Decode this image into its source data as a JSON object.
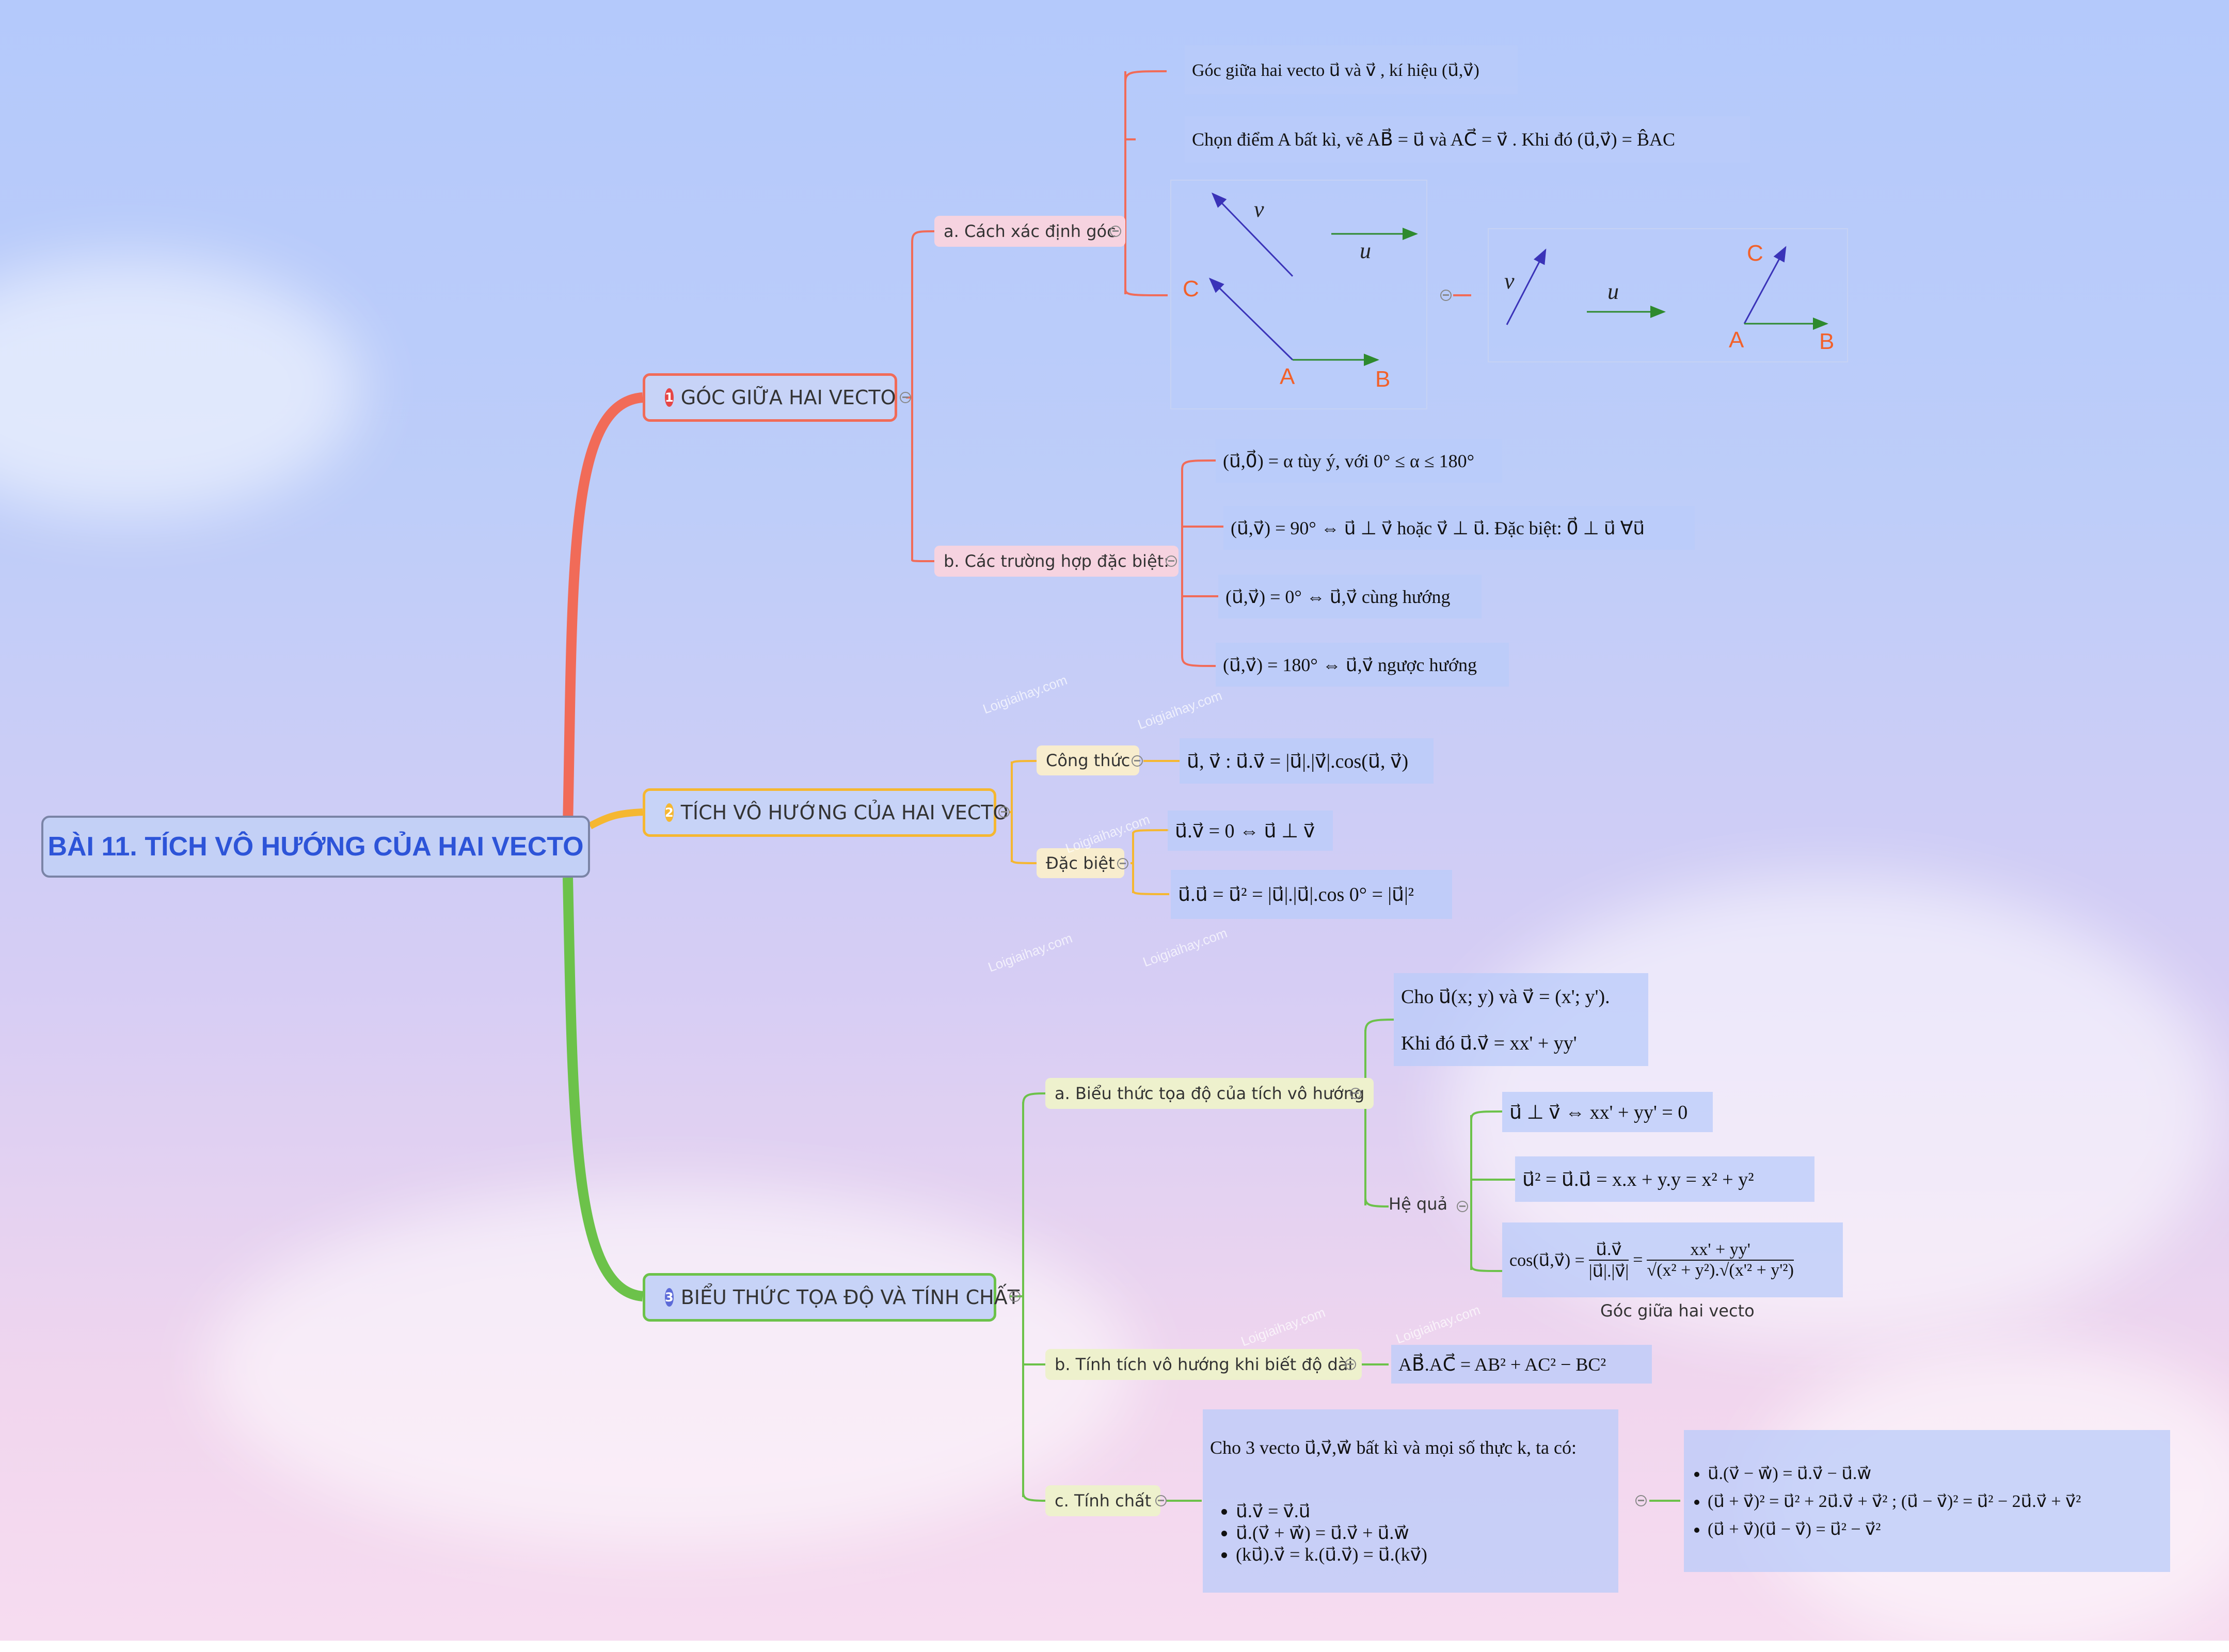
{
  "root": {
    "title": "BÀI 11. TÍCH VÔ HƯỚNG CỦA HAI VECTO"
  },
  "colors": {
    "red": "#f16b58",
    "orange": "#f5b731",
    "green": "#6cc24a",
    "root_text": "#2d54d8"
  },
  "branch1": {
    "num": "1",
    "title": "GÓC GIỮA HAI VECTO",
    "a": {
      "label": "a. Cách xác định góc",
      "def": "Góc giữa hai vecto u⃗ và v⃗ , kí hiệu (u⃗,v⃗)",
      "construct": "Chọn điểm A bất kì, vẽ AB⃗ = u⃗ và AC⃗ = v⃗ . Khi đó (u⃗,v⃗) = B̂AC",
      "fig1": {
        "v": "v⃗",
        "u": "u⃗",
        "C": "C",
        "A": "A",
        "B": "B"
      },
      "fig2": {
        "v": "v⃗",
        "u": "u⃗",
        "C": "C",
        "A": "A",
        "B": "B"
      }
    },
    "b": {
      "label": "b. Các trường hợp đặc biệt:",
      "items": [
        "(u⃗,0⃗) = α tùy ý, với 0° ≤ α ≤ 180°",
        "(u⃗,v⃗) = 90° ⇔ u⃗ ⊥ v⃗ hoặc v⃗ ⊥ u⃗. Đặc biệt: 0⃗ ⊥ u⃗  ∀u⃗",
        "(u⃗,v⃗) = 0° ⇔ u⃗,v⃗ cùng hướng",
        "(u⃗,v⃗) = 180° ⇔ u⃗,v⃗ ngược hướng"
      ]
    }
  },
  "branch2": {
    "num": "2",
    "title": "TÍCH VÔ HƯỚNG CỦA HAI VECTO",
    "formula_label": "Công thức",
    "formula": "u⃗, v⃗ :  u⃗.v⃗ = |u⃗|.|v⃗|.cos(u⃗, v⃗)",
    "special_label": "Đặc biệt",
    "special": [
      "u⃗.v⃗ = 0 ⇔ u⃗ ⊥ v⃗",
      "u⃗.u⃗ = u⃗² = |u⃗|.|u⃗|.cos 0° = |u⃗|²"
    ]
  },
  "branch3": {
    "num": "3",
    "title": "BIỂU THỨC TỌA ĐỘ VÀ TÍNH CHẤT",
    "a": {
      "label": "a. Biểu thức tọa độ của tích vô hướng",
      "given_line1": "Cho u⃗(x; y) và v⃗ = (x'; y').",
      "given_line2": "Khi đó u⃗.v⃗ = xx' + yy'",
      "corollary_label": "Hệ quả",
      "corollaries": [
        "u⃗ ⊥ v⃗ ⇔ xx' + yy' = 0",
        "u⃗² = u⃗.u⃗ = x.x + y.y = x² + y²"
      ],
      "cos_lhs": "cos(u⃗,v⃗) =",
      "cos_frac1_num": "u⃗.v⃗",
      "cos_frac1_den": "|u⃗|.|v⃗|",
      "cos_frac2_num": "xx' + yy'",
      "cos_frac2_den": "√(x² + y²).√(x'² + y'²)",
      "cos_caption": "Góc giữa hai vecto"
    },
    "b": {
      "label": "b. Tính tích vô hướng khi biết độ dài",
      "formula": "AB⃗.AC⃗ = AB² + AC² − BC²"
    },
    "c": {
      "label": "c. Tính chất",
      "intro": "Cho 3 vecto u⃗,v⃗,w⃗ bất kì và mọi số thực k, ta có:",
      "props": [
        "u⃗.v⃗ = v⃗.u⃗",
        "u⃗.(v⃗ + w⃗) = u⃗.v⃗ + u⃗.w⃗",
        "(ku⃗).v⃗ = k.(u⃗.v⃗) = u⃗.(kv⃗)"
      ],
      "more": [
        "u⃗.(v⃗ − w⃗) = u⃗.v⃗ − u⃗.w⃗",
        "(u⃗ + v⃗)² = u⃗² + 2u⃗.v⃗ + v⃗² ;  (u⃗ − v⃗)² = u⃗² − 2u⃗.v⃗ + v⃗²",
        "(u⃗ + v⃗)(u⃗ − v⃗) = u⃗² − v⃗²"
      ]
    }
  },
  "watermark": "Loigiaihay.com"
}
